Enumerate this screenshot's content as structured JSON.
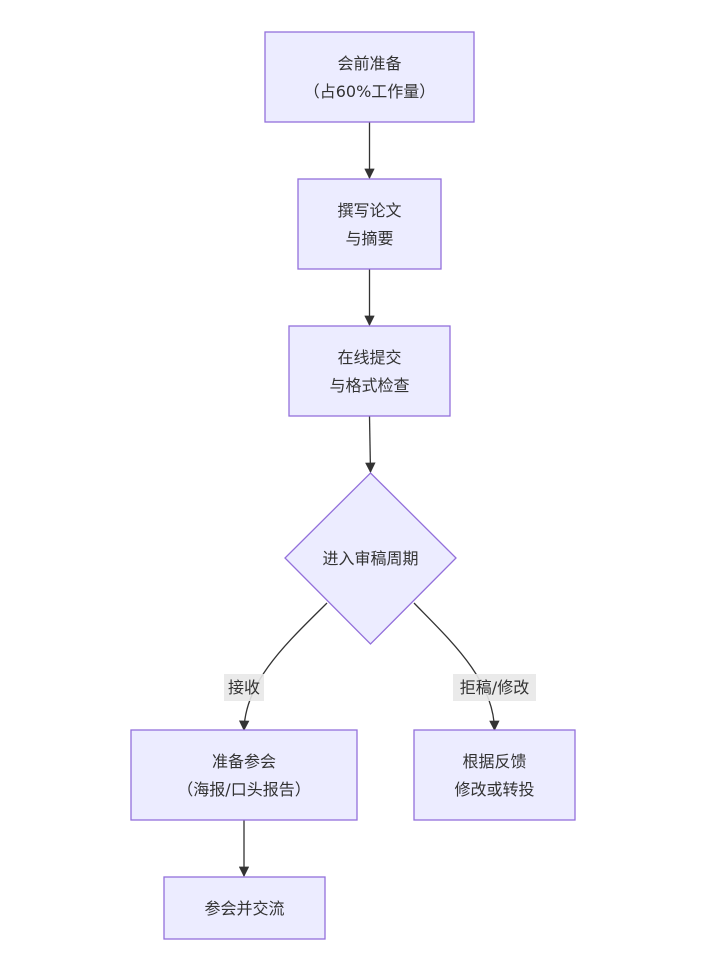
{
  "nodes": {
    "prep": {
      "line1": "会前准备",
      "line2": "（占60%工作量）"
    },
    "write": {
      "line1": "撰写论文",
      "line2": "与摘要"
    },
    "submit": {
      "line1": "在线提交",
      "line2": "与格式检查"
    },
    "review": {
      "line1": "进入审稿周期"
    },
    "attend": {
      "line1": "准备参会",
      "line2": "（海报/口头报告）"
    },
    "revise": {
      "line1": "根据反馈",
      "line2": "修改或转投"
    },
    "network": {
      "line1": "参会并交流"
    }
  },
  "edges": {
    "accept_label": "接收",
    "reject_label": "拒稿/修改"
  },
  "colors": {
    "node_fill": "#ececff",
    "node_stroke": "#9370db",
    "edge": "#333333",
    "label_bg": "#e8e8e8",
    "text": "#333333"
  }
}
